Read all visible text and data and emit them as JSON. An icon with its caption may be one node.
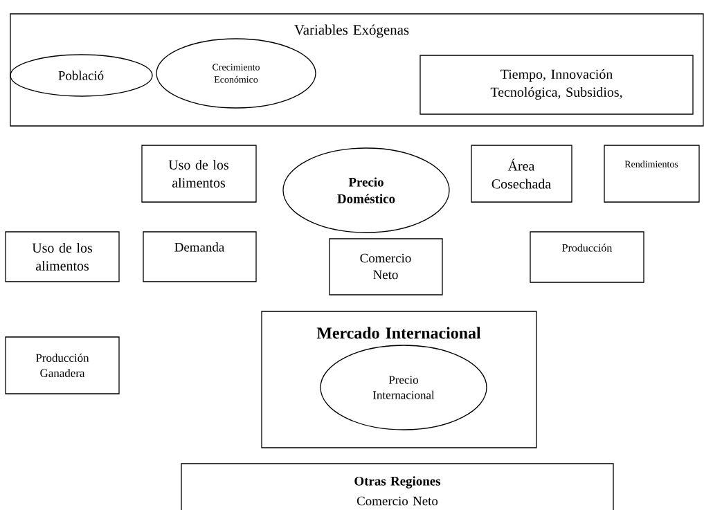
{
  "diagram": {
    "nodes": [
      {
        "text": [
          "Variables Exógenas"
        ]
      },
      {
        "text": [
          "Població"
        ],
        "in": 0
      },
      {
        "text": [
          "Crecimiento Económico"
        ],
        "in": 0
      },
      {
        "text": [
          "Tiempo, Innovación Tecnológica, Subsidios,"
        ],
        "in": 0
      },
      {
        "text": [
          "Uso de los alimentos"
        ]
      },
      {
        "text": [
          "Precio Doméstico"
        ]
      },
      {
        "text": [
          "Área Cosechada"
        ]
      },
      {
        "text": [
          "Rendimientos"
        ]
      },
      {
        "text": [
          "Uso de los alimentos"
        ]
      },
      {
        "text": [
          "Demanda"
        ]
      },
      {
        "text": [
          "Comercio Neto"
        ]
      },
      {
        "text": [
          "Producción"
        ]
      },
      {
        "text": [
          "Mercado Internacional"
        ]
      },
      {
        "text": [
          "Precio Internacional"
        ],
        "in": 12
      },
      {
        "text": [
          "Producción Ganadera"
        ]
      },
      {
        "text": [
          "Otras Regiones",
          "Comercio Neto"
        ]
      }
    ],
    "edges": []
  }
}
